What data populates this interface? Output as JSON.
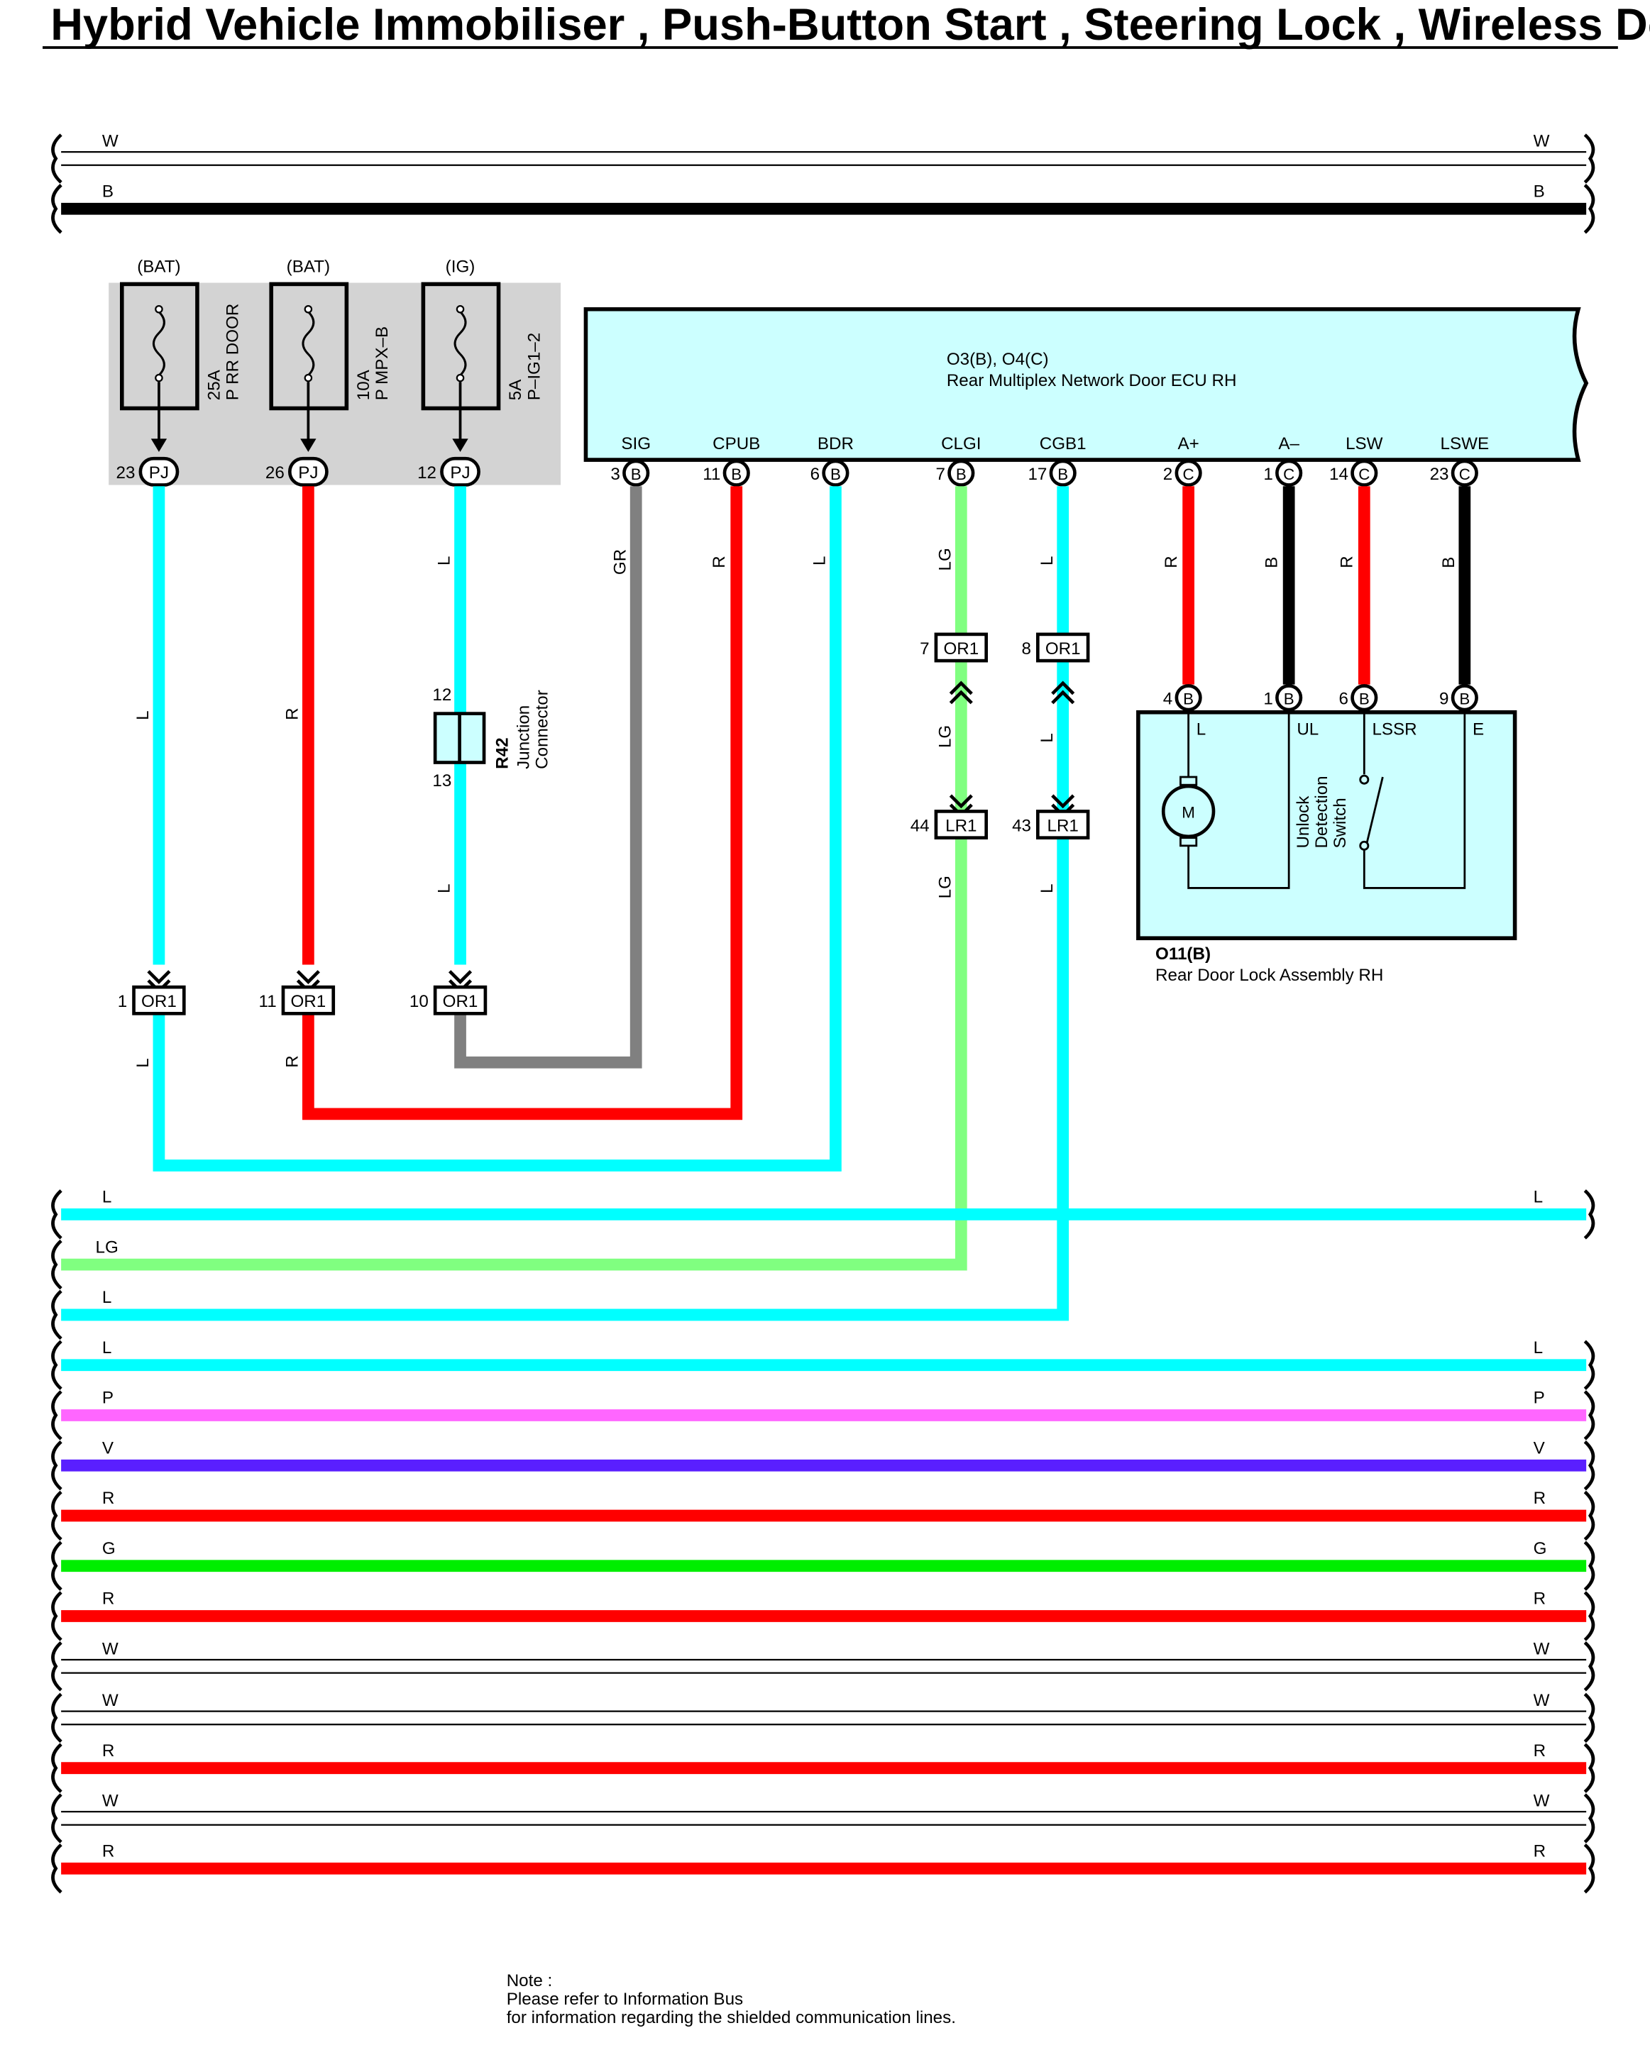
{
  "title": "Hybrid Vehicle Immobiliser , Push-Button Start , Steering Lock , Wireless Door Lock Control , Smart Access System with Push-Button Start",
  "colors": {
    "L": "#00ffff",
    "R": "#ff0000",
    "B": "#000000",
    "GR": "#808080",
    "LG": "#80ff80",
    "W": "#ffffff",
    "P": "#ff66ff",
    "V": "#5a1fff",
    "G": "#00ee00",
    "ecu_fill": "#ccffff",
    "fuse_panel": "#d3d3d3"
  },
  "top_buses": [
    {
      "code": "W",
      "left_label": "W",
      "right_label": "W"
    },
    {
      "code": "B",
      "left_label": "B",
      "right_label": "B"
    }
  ],
  "fuses": [
    {
      "supply": "(BAT)",
      "rating": "25A",
      "name": "P RR DOOR",
      "pin": "23",
      "conn": "PJ",
      "wire": "L"
    },
    {
      "supply": "(BAT)",
      "rating": "10A",
      "name": "P MPX–B",
      "pin": "26",
      "conn": "PJ",
      "wire": "R"
    },
    {
      "supply": "(IG)",
      "rating": "5A",
      "name": "P–IG1–2",
      "pin": "12",
      "conn": "PJ",
      "wire": "L"
    }
  ],
  "ecu": {
    "connectors": "O3(B), O4(C)",
    "name": "Rear Multiplex Network Door ECU RH",
    "terminals": [
      {
        "label": "SIG",
        "pin": "3",
        "conn": "B",
        "wire": "GR"
      },
      {
        "label": "CPUB",
        "pin": "11",
        "conn": "B",
        "wire": "R"
      },
      {
        "label": "BDR",
        "pin": "6",
        "conn": "B",
        "wire": "L"
      },
      {
        "label": "CLGI",
        "pin": "7",
        "conn": "B",
        "wire": "LG"
      },
      {
        "label": "CGB1",
        "pin": "17",
        "conn": "B",
        "wire": "L"
      },
      {
        "label": "A+",
        "pin": "2",
        "conn": "C",
        "wire": "R"
      },
      {
        "label": "A–",
        "pin": "1",
        "conn": "C",
        "wire": "B"
      },
      {
        "label": "LSW",
        "pin": "14",
        "conn": "C",
        "wire": "R"
      },
      {
        "label": "LSWE",
        "pin": "23",
        "conn": "C",
        "wire": "B"
      }
    ]
  },
  "junction": {
    "ref": "R42",
    "name_1": "Junction",
    "name_2": "Connector",
    "pin_top": "12",
    "pin_bottom": "13"
  },
  "inline_connectors": {
    "or1_left": [
      {
        "pin": "1",
        "name": "OR1"
      },
      {
        "pin": "11",
        "name": "OR1"
      },
      {
        "pin": "10",
        "name": "OR1"
      }
    ],
    "or1_mid": [
      {
        "pin": "7",
        "name": "OR1"
      },
      {
        "pin": "8",
        "name": "OR1"
      }
    ],
    "lr1": [
      {
        "pin": "44",
        "name": "LR1"
      },
      {
        "pin": "43",
        "name": "LR1"
      }
    ]
  },
  "lock": {
    "connector": "O11(B)",
    "name": "Rear Door Lock Assembly RH",
    "pins": [
      {
        "pin": "4",
        "conn": "B",
        "label": "L"
      },
      {
        "pin": "1",
        "conn": "B",
        "label": "UL"
      },
      {
        "pin": "6",
        "conn": "B",
        "label": "LSSR"
      },
      {
        "pin": "9",
        "conn": "B",
        "label": "E"
      }
    ],
    "motor": "M",
    "switch_1": "Unlock",
    "switch_2": "Detection",
    "switch_3": "Switch"
  },
  "wire_labels": {
    "fuse1_upper": "L",
    "fuse1_lower": "L",
    "fuse2_upper": "R",
    "fuse2_lower": "R",
    "fuse3_upper": "L",
    "fuse3_mid": "L",
    "sig": "GR",
    "cpub": "R",
    "bdr": "L",
    "clgi_upper": "LG",
    "clgi_mid": "LG",
    "clgi_lower": "LG",
    "cgb_upper": "L",
    "cgb_mid": "L",
    "cgb_lower": "L",
    "aplus": "R",
    "aminus": "B",
    "lsw": "R",
    "lswe": "B"
  },
  "bottom_buses": [
    {
      "code": "L",
      "left_label": "L",
      "right_label": "L"
    },
    {
      "code": "LG",
      "left_label": "LG",
      "right_label": ""
    },
    {
      "code": "L",
      "left_label": "L",
      "right_label": ""
    },
    {
      "code": "L",
      "left_label": "L",
      "right_label": "L"
    },
    {
      "code": "P",
      "left_label": "P",
      "right_label": "P"
    },
    {
      "code": "V",
      "left_label": "V",
      "right_label": "V"
    },
    {
      "code": "R",
      "left_label": "R",
      "right_label": "R"
    },
    {
      "code": "G",
      "left_label": "G",
      "right_label": "G"
    },
    {
      "code": "R",
      "left_label": "R",
      "right_label": "R"
    },
    {
      "code": "W",
      "left_label": "W",
      "right_label": "W"
    },
    {
      "code": "W",
      "left_label": "W",
      "right_label": "W"
    },
    {
      "code": "R",
      "left_label": "R",
      "right_label": "R"
    },
    {
      "code": "W",
      "left_label": "W",
      "right_label": "W"
    },
    {
      "code": "R",
      "left_label": "R",
      "right_label": "R"
    }
  ],
  "note": {
    "heading": "Note :",
    "line1": "Please refer to Information Bus",
    "line2": "for information regarding the shielded communication lines."
  }
}
